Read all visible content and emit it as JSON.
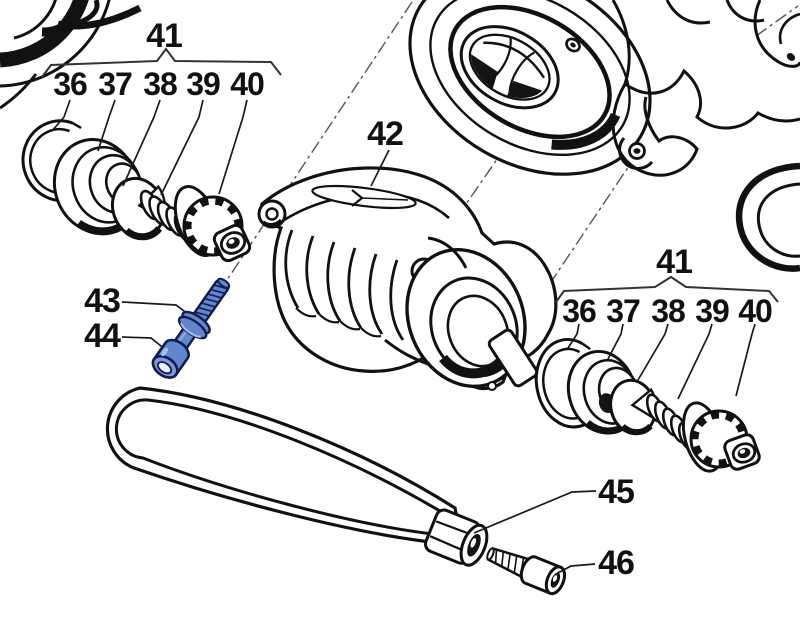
{
  "figure": {
    "type": "exploded-parts-diagram",
    "background": "#ffffff",
    "line_color": "#111111",
    "highlight_color": "#6385cd"
  },
  "callouts": {
    "left_group": {
      "label": "41",
      "parts": [
        "36",
        "37",
        "38",
        "39",
        "40"
      ]
    },
    "right_group": {
      "label": "41",
      "parts": [
        "36",
        "37",
        "38",
        "39",
        "40"
      ]
    },
    "housing_label": "42",
    "washer_label": "43",
    "bolt_label": "44",
    "tensioner_arm_label": "45",
    "socket_bolt_label": "46"
  }
}
